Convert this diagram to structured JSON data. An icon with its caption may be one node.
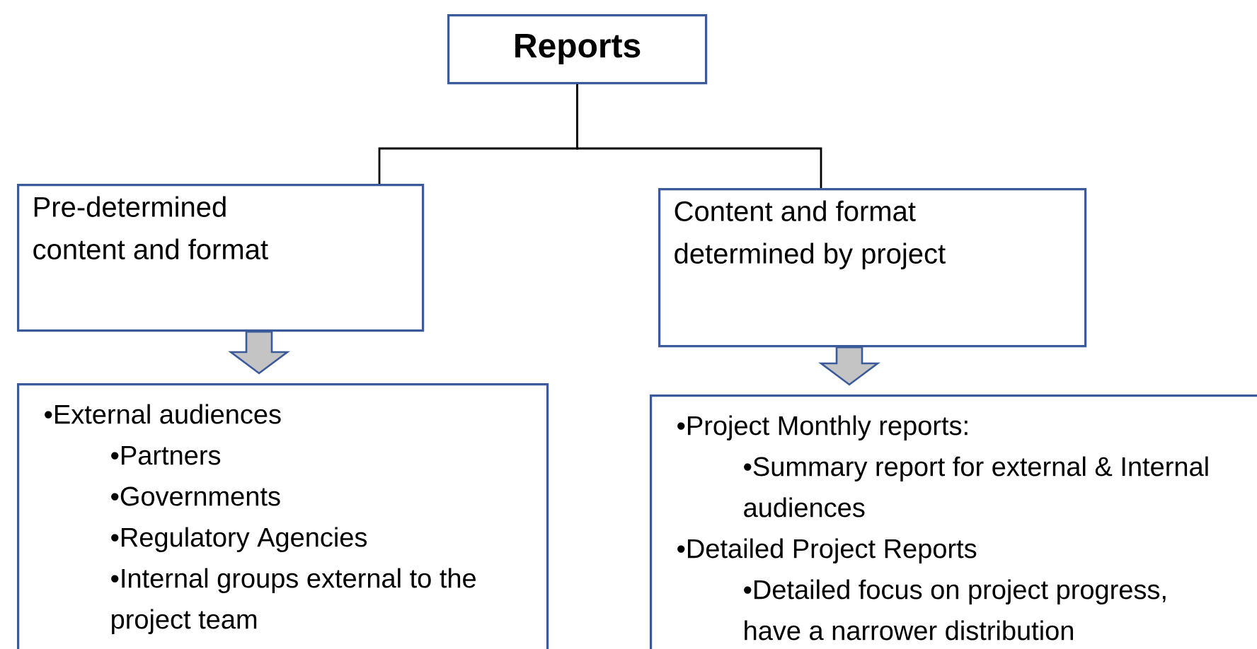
{
  "diagram": {
    "nodes": [
      {
        "text": [
          "Reports"
        ]
      },
      {
        "text": [
          "Pre-determined content and format"
        ]
      },
      {
        "text": [
          "Content and format determined by project"
        ]
      },
      {
        "text": [
          "•External audiences",
          "•Partners",
          "•Governments",
          "•Regulatory Agencies",
          "•Internal groups external to the project team"
        ]
      },
      {
        "text": [
          "•Project Monthly reports:",
          "•Summary report for external & Internal audiences",
          "•Detailed Project Reports",
          "•Detailed focus on project progress, have a narrower distribution"
        ]
      }
    ],
    "edges": [
      {
        "from": 0,
        "to": 1,
        "arrow": "none"
      },
      {
        "from": 0,
        "to": 2,
        "arrow": "none"
      },
      {
        "from": 1,
        "to": 3,
        "arrow": "to"
      },
      {
        "from": 2,
        "to": 4,
        "arrow": "to"
      }
    ]
  }
}
